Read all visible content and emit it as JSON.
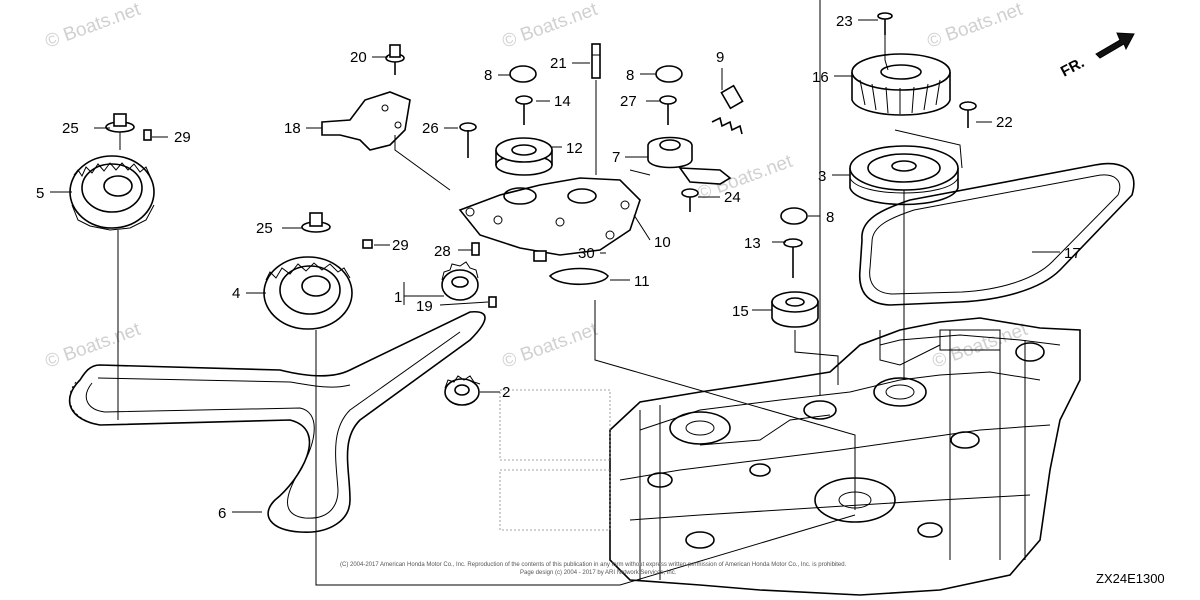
{
  "watermarks": [
    "© Boats.net",
    "© Boats.net",
    "© Boats.net",
    "© Boats.net",
    "© Boats.net",
    "© Boats.net",
    "© Boats.net"
  ],
  "direction_label": "FR.",
  "diagram_code": "ZX24E1300",
  "copyright_line1": "(C) 2004-2017 American Honda Motor Co., Inc. Reproduction of the contents of this publication in any form without express written permission of American Honda Motor Co., Inc. is prohibited.",
  "copyright_line2": "Page design (c) 2004 - 2017 by ARI Network Services, Inc.",
  "callouts": [
    "1",
    "2",
    "3",
    "4",
    "5",
    "6",
    "7",
    "8",
    "8",
    "8",
    "9",
    "10",
    "11",
    "12",
    "13",
    "14",
    "15",
    "16",
    "17",
    "18",
    "19",
    "20",
    "21",
    "22",
    "23",
    "24",
    "25",
    "25",
    "26",
    "27",
    "28",
    "29",
    "29",
    "30"
  ]
}
